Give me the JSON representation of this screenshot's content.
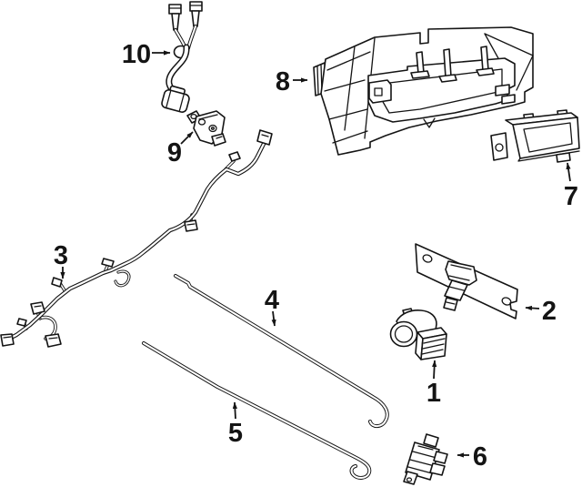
{
  "diagram": {
    "background_color": "#ffffff",
    "line_color": "#141414",
    "type": "exploded-parts-line-drawing",
    "callouts": [
      {
        "label": "1",
        "points_to": "parking-sensor"
      },
      {
        "label": "2",
        "points_to": "sensor-mounting-bracket-plate"
      },
      {
        "label": "3",
        "points_to": "wiring-harness"
      },
      {
        "label": "4",
        "points_to": "upper-rod"
      },
      {
        "label": "5",
        "points_to": "lower-rod"
      },
      {
        "label": "6",
        "points_to": "small-sensor-module"
      },
      {
        "label": "7",
        "points_to": "control-module"
      },
      {
        "label": "8",
        "points_to": "bumper-support-panel"
      },
      {
        "label": "9",
        "points_to": "bracket-mounted-sensor"
      },
      {
        "label": "10",
        "points_to": "jumper-wire-pigtail"
      }
    ]
  }
}
